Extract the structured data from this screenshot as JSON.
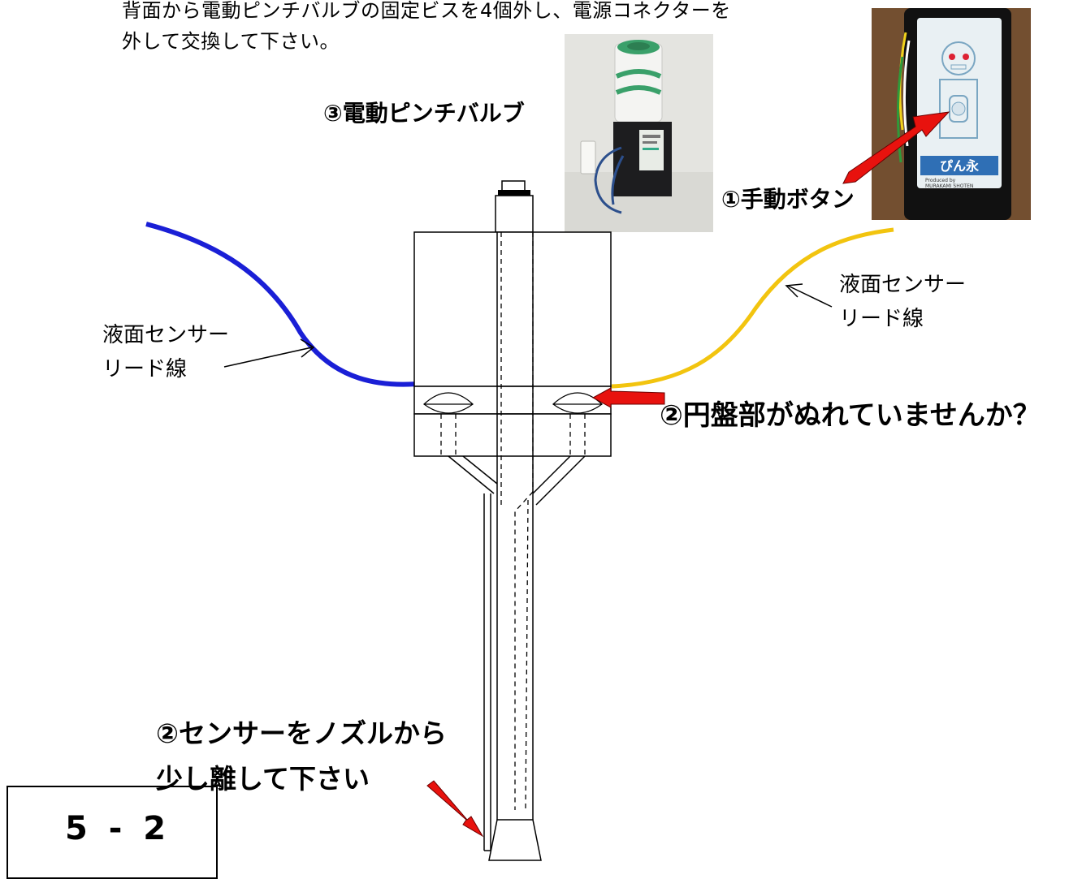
{
  "intro_text": "背面から電動ピンチバルブの固定ビスを4個外し、電源コネクターを\n外して交換して下さい。",
  "labels": {
    "pinch_valve": "③電動ピンチバルブ",
    "manual_button": "①手動ボタン",
    "disk_wet": "②円盤部がぬれていませんか？",
    "sensor_nozzle": "②センサーをノズルから\n少し離して下さい",
    "sensor_lead_left": "液面センサー\nリード線",
    "sensor_lead_right": "液面センサー\nリード線"
  },
  "page_number": "5 - 2",
  "device_photo": {
    "brand": "ぴん永",
    "maker_line1": "Produced by",
    "maker_line2": "MURAKAMI SHOTEN"
  },
  "colors": {
    "wire_left": "#1a1fd6",
    "wire_right": "#f2c40f",
    "arrow": "#e8120e"
  }
}
